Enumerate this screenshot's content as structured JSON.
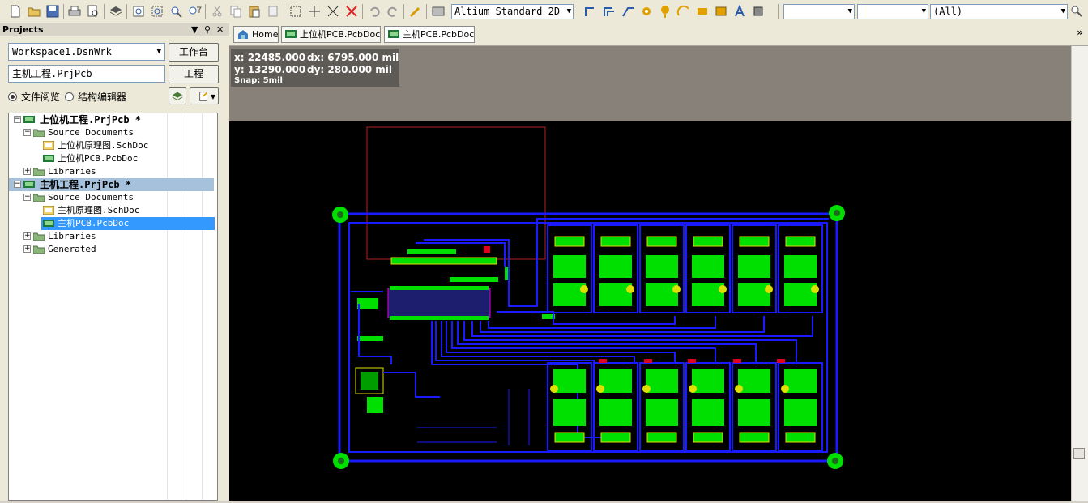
{
  "toolbar": {
    "view_mode": "Altium Standard 2D",
    "filter1": "",
    "filter2": "",
    "filter3": "(All)"
  },
  "panel": {
    "title": "Projects",
    "workspace": "Workspace1.DsnWrk",
    "workspace_button": "工作台",
    "project_field": "主机工程.PrjPcb",
    "project_button": "工程",
    "radio_file_view": "文件阅览",
    "radio_struct_editor": "结构编辑器"
  },
  "tree": {
    "items": [
      {
        "label": "上位机工程.PrjPcb *",
        "bold": true
      },
      {
        "label": "Source Documents"
      },
      {
        "label": "上位机原理图.SchDoc"
      },
      {
        "label": "上位机PCB.PcbDoc"
      },
      {
        "label": "Libraries"
      },
      {
        "label": "主机工程.PrjPcb *",
        "bold": true
      },
      {
        "label": "Source Documents"
      },
      {
        "label": "主机原理图.SchDoc"
      },
      {
        "label": "主机PCB.PcbDoc"
      },
      {
        "label": "Libraries"
      },
      {
        "label": "Generated"
      }
    ]
  },
  "tabs": [
    {
      "label": "Home"
    },
    {
      "label": "上位机PCB.PcbDoc"
    },
    {
      "label": "主机PCB.PcbDoc"
    }
  ],
  "hud": {
    "x": "x: 22485.000",
    "dx": "dx:  6795.000  mil",
    "y": "y: 13290.000",
    "dy": "dy:   280.000  mil",
    "snap": "Snap: 5mil"
  },
  "colors": {
    "board_trace": "#1a1aff",
    "pad_green": "#00e000",
    "background": "#000000",
    "hud_bg": "#5e5b56"
  }
}
